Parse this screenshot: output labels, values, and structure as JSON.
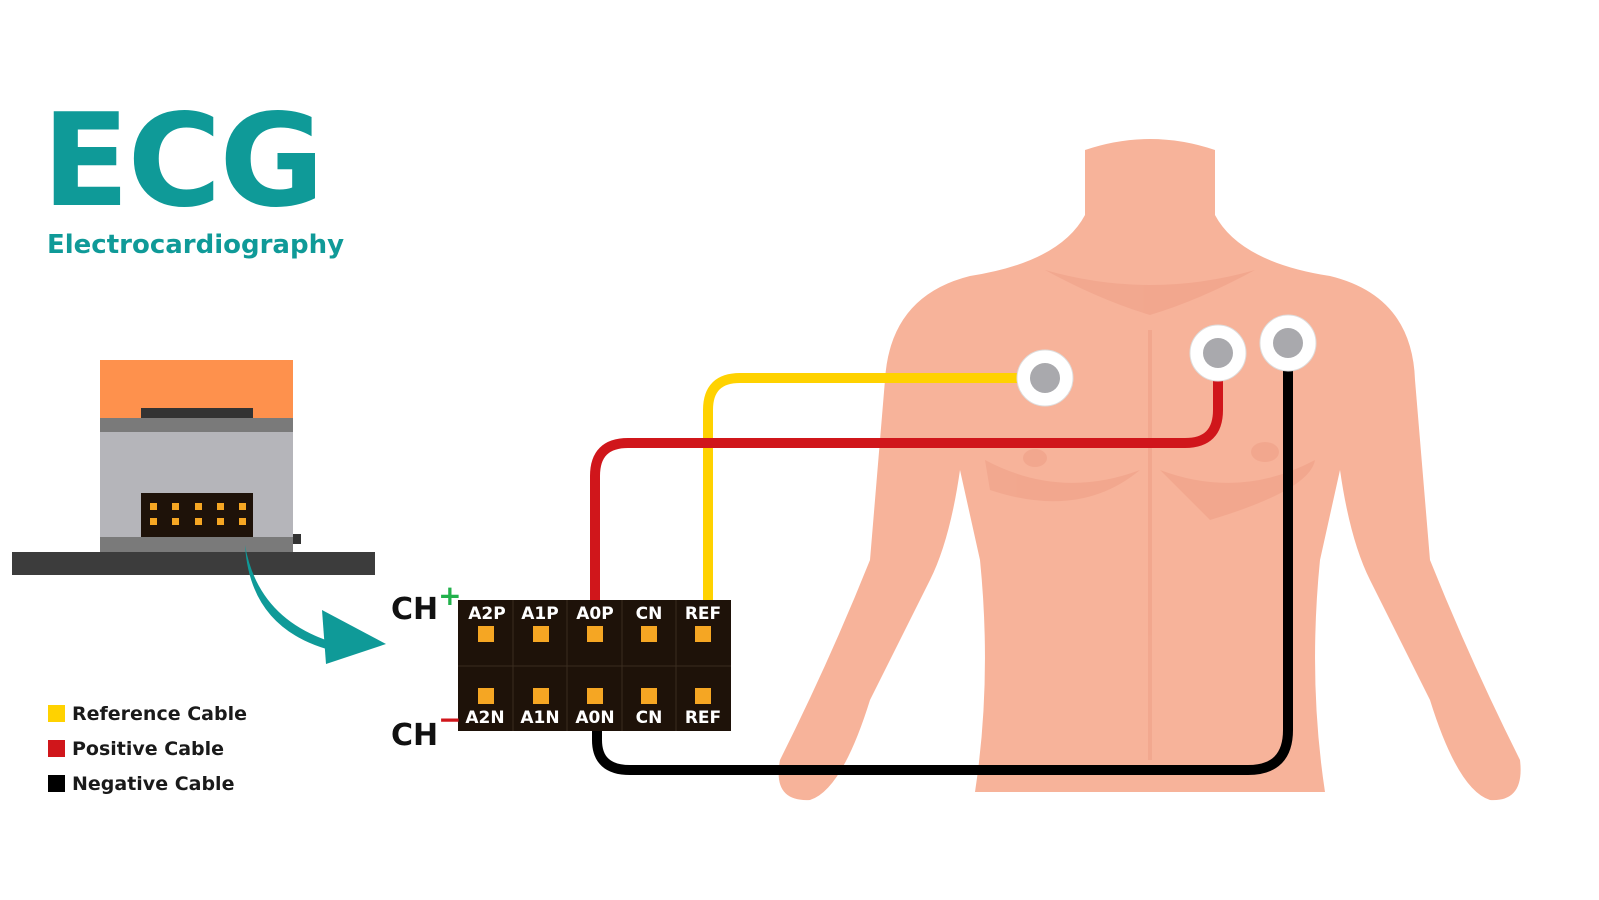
{
  "title": "ECG",
  "subtitle": "Electrocardiography",
  "channels": {
    "positive": "CH",
    "positive_sign": "+",
    "negative": "CH",
    "negative_sign": "−"
  },
  "connector": {
    "top_pins": [
      "A2P",
      "A1P",
      "A0P",
      "CN",
      "REF"
    ],
    "bottom_pins": [
      "A2N",
      "A1N",
      "A0N",
      "CN",
      "REF"
    ]
  },
  "legend": [
    {
      "label": "Reference Cable",
      "color": "#ffd200"
    },
    {
      "label": "Positive Cable",
      "color": "#d0161b"
    },
    {
      "label": "Negative Cable",
      "color": "#000000"
    }
  ],
  "colors": {
    "brand": "#0f9a98",
    "skin": "#f7b39a",
    "device_top": "#fe914d",
    "device_body": "#b5b5ba"
  }
}
